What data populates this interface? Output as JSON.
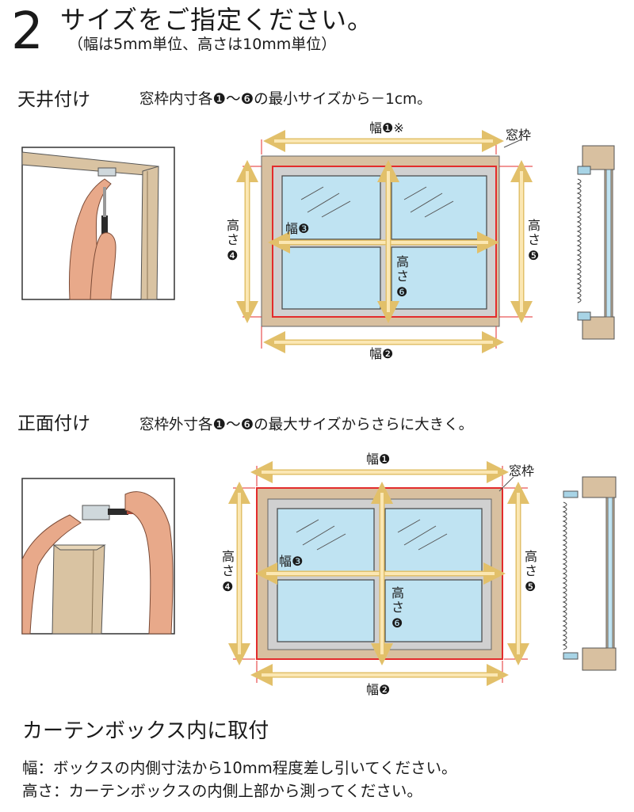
{
  "header": {
    "step_number": "2",
    "title": "サイズをご指定ください。",
    "subtitle": "（幅は5mm単位、高さは10mm単位）"
  },
  "ceiling": {
    "heading": "天井付け",
    "description": "窓枠内寸各❶～❻の最小サイズから－1cm。",
    "labels": {
      "width1": "幅❶※",
      "frame": "窓枠",
      "width3": "幅❸",
      "height4a": "高",
      "height4b": "さ",
      "height4c": "❹",
      "height5a": "高",
      "height5b": "さ",
      "height5c": "❺",
      "height6a": "高",
      "height6b": "さ",
      "height6c": "❻",
      "width2": "幅❷"
    }
  },
  "front": {
    "heading": "正面付け",
    "description": "窓枠外寸各❶～❻の最大サイズからさらに大きく。",
    "labels": {
      "width1": "幅❶",
      "frame": "窓枠",
      "width3": "幅❸",
      "height4a": "高",
      "height4b": "さ",
      "height4c": "❹",
      "height5a": "高",
      "height5b": "さ",
      "height5c": "❺",
      "height6a": "高",
      "height6b": "さ",
      "height6c": "❻",
      "width2": "幅❷"
    }
  },
  "curtain_box": {
    "heading": "カーテンボックス内に取付",
    "line1": "幅：ボックスの内側寸法から10mm程度差し引いてください。",
    "line2": "高さ：カーテンボックスの内側上部から測ってください。"
  },
  "colors": {
    "frame": "#d8c0a0",
    "glass": "#bfe3f2",
    "arrow_fill": "#fbe7b3",
    "arrow_stroke": "#e2c06a",
    "red_line": "#e32c2c",
    "skin": "#e8a98a",
    "wood": "#d9c3a2",
    "bracket": "#a8d4e6"
  }
}
